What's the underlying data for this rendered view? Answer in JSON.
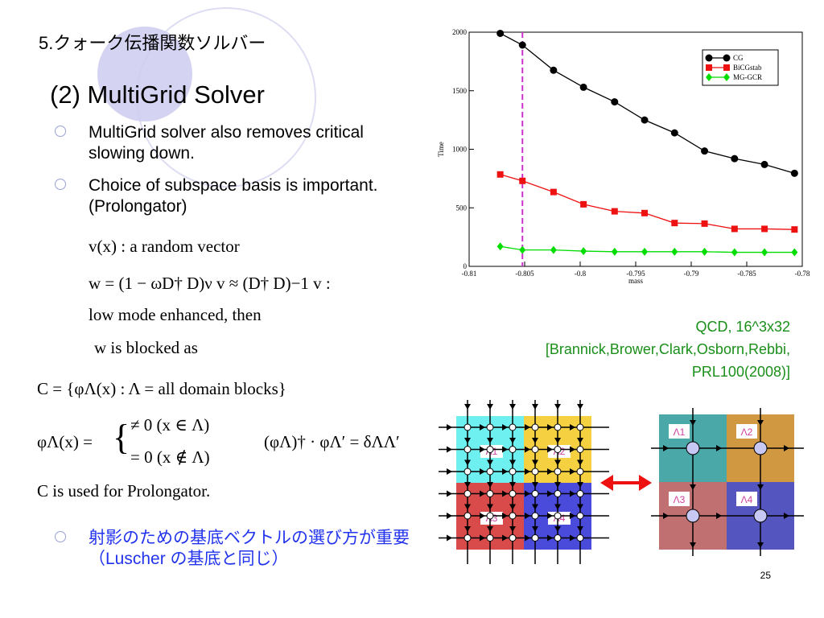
{
  "section_title": "5.クォーク伝播関数ソルバー",
  "slide_title": "(2) MultiGrid Solver",
  "bullets": [
    "MultiGrid solver also removes critical slowing down.",
    "Choice of subspace basis is important. (Prolongator)"
  ],
  "math": {
    "line1": "v(x) :  a random vector",
    "line2": "w = (1 − ωD† D)ν v ≈ (D† D)−1 v :",
    "line3": "low mode enhanced, then",
    "line4": "w  is blocked as",
    "line5": "C = {φΛ(x) : Λ = all domain blocks}",
    "line6a": "φΛ(x) =",
    "line6b": "≠ 0    (x ∈ Λ)",
    "line6c": "= 0    (x ∉ Λ)",
    "line6d": "(φΛ)† · φΛ′ = δΛΛ′",
    "line7": "C  is used for Prolongator."
  },
  "jp_bullet": "射影のための基底ベクトルの選び方が重要（Luscher の基底と同じ）",
  "citation": {
    "line1": "QCD, 16^3x32",
    "line2": "[Brannick,Brower,Clark,Osborn,Rebbi,",
    "line3": "PRL100(2008)]"
  },
  "page_number": "25",
  "chart_data": {
    "type": "line",
    "xlabel": "mass",
    "ylabel": "Time",
    "xlim": [
      -0.81,
      -0.78
    ],
    "ylim": [
      0,
      2000
    ],
    "xticks": [
      "-0.81",
      "-0.805",
      "-0.8",
      "-0.795",
      "-0.79",
      "-0.785",
      "-0.78"
    ],
    "yticks": [
      "0",
      "500",
      "1000",
      "1500",
      "2000"
    ],
    "x": [
      -0.8072,
      -0.8052,
      -0.8024,
      -0.7997,
      -0.7969,
      -0.7942,
      -0.7915,
      -0.7888,
      -0.7861,
      -0.7834,
      -0.7807
    ],
    "vline": -0.8052,
    "legend_position": "top-right",
    "series": [
      {
        "name": "CG",
        "color": "#000000",
        "marker": "circle",
        "values": [
          1990,
          1890,
          1675,
          1530,
          1405,
          1250,
          1140,
          985,
          920,
          870,
          795
        ]
      },
      {
        "name": "BiCGstab",
        "color": "#ee1111",
        "marker": "square",
        "values": [
          785,
          730,
          635,
          530,
          470,
          455,
          370,
          365,
          320,
          320,
          315
        ]
      },
      {
        "name": "MG-GCR",
        "color": "#00dd00",
        "marker": "diamond",
        "values": [
          170,
          140,
          140,
          130,
          125,
          125,
          125,
          125,
          120,
          120,
          120
        ]
      }
    ]
  },
  "diagram": {
    "left_blocks": [
      {
        "label": "Λ1",
        "color": "#6ef0f0"
      },
      {
        "label": "Λ2",
        "color": "#f5d040"
      },
      {
        "label": "Λ3",
        "color": "#d94a4a"
      },
      {
        "label": "Λ4",
        "color": "#4a4adb"
      }
    ],
    "right_blocks": [
      {
        "label": "Λ1",
        "color": "#4aa8a8"
      },
      {
        "label": "Λ2",
        "color": "#d09840"
      },
      {
        "label": "Λ3",
        "color": "#c07070"
      },
      {
        "label": "Λ4",
        "color": "#5555c0"
      }
    ],
    "arrow_color": "#ee1111"
  }
}
